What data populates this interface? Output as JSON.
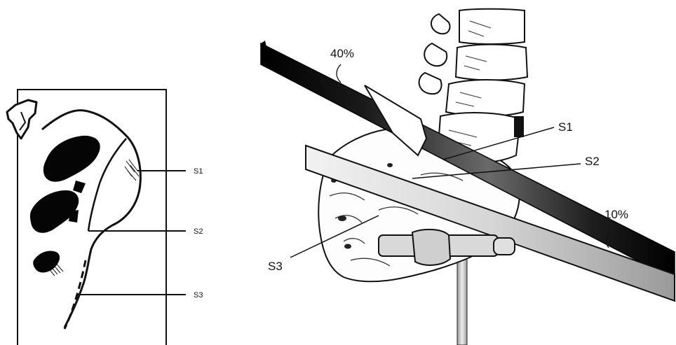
{
  "left_panel": {
    "labels": {
      "s1": "S1",
      "s2": "S2",
      "s3": "S3"
    }
  },
  "right_panel": {
    "labels": {
      "s1": "S1",
      "s2": "S2",
      "s3": "S3"
    },
    "percent_upper": "40%",
    "percent_lower": "10%"
  },
  "colors": {
    "ink": "#111111",
    "upper_plane_dark": "#000000",
    "lower_plane_light": "#e6e6e6",
    "support_grey": "#c9c9c9"
  }
}
